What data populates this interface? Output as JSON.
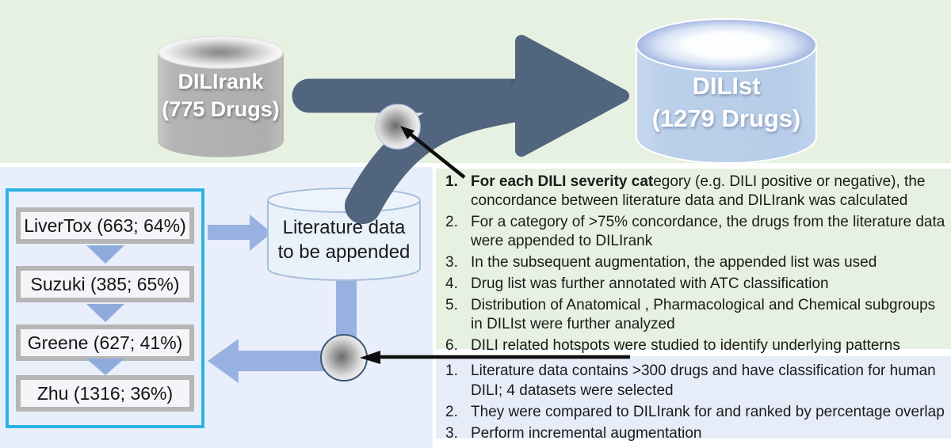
{
  "diagram": {
    "source_db": {
      "name": "DILIrank",
      "count": "(775 Drugs)"
    },
    "target_db": {
      "name": "DILIst",
      "count": "(1279 Drugs)"
    },
    "staging_db": {
      "line1": "Literature data",
      "line2": "to be appended"
    },
    "datasets": [
      {
        "label": "LiverTox (663; 64%)"
      },
      {
        "label": "Suzuki (385; 65%)"
      },
      {
        "label": "Greene (627; 41%)"
      },
      {
        "label": "Zhu (1316; 36%)"
      }
    ],
    "augmentation_steps": {
      "items": [
        {
          "num": "1.",
          "num_bold": true,
          "bold": "For each DILI severity cat",
          "text": "egory (e.g. DILI positive or negative), the concordance between literature data and DILIrank was calculated"
        },
        {
          "num": "2.",
          "text": "For a category of >75% concordance,  the drugs from the literature data were appended to DILIrank"
        },
        {
          "num": "3.",
          "text": "In the subsequent augmentation, the appended list was used"
        },
        {
          "num": "4.",
          "text": "Drug list was further annotated with ATC classification"
        },
        {
          "num": "5.",
          "text": "Distribution of Anatomical , Pharmacological and Chemical subgroups in DILIst were further analyzed"
        },
        {
          "num": "6.",
          "text": "DILI related hotspots were studied to identify underlying patterns"
        }
      ]
    },
    "selection_steps": {
      "items": [
        {
          "num": "1.",
          "text": "Literature data contains >300 drugs and have classification for human DILI; 4 datasets were selected"
        },
        {
          "num": "2.",
          "text": "They were compared to DILIrank for and ranked by percentage overlap"
        },
        {
          "num": "3.",
          "text": "Perform incremental augmentation"
        }
      ]
    },
    "colors": {
      "slate_arrow": "#52657f",
      "periwinkle_arrow": "#97b1e1",
      "cyan_border": "#2cb2e2",
      "green_bg": "#e7f1e1",
      "blue_list_bg": "#e6edf8",
      "left_panel_bg": "#e9effa",
      "gray_cylinder": "#b3b3b3",
      "blue_cylinder": "#b9cfe9"
    }
  }
}
